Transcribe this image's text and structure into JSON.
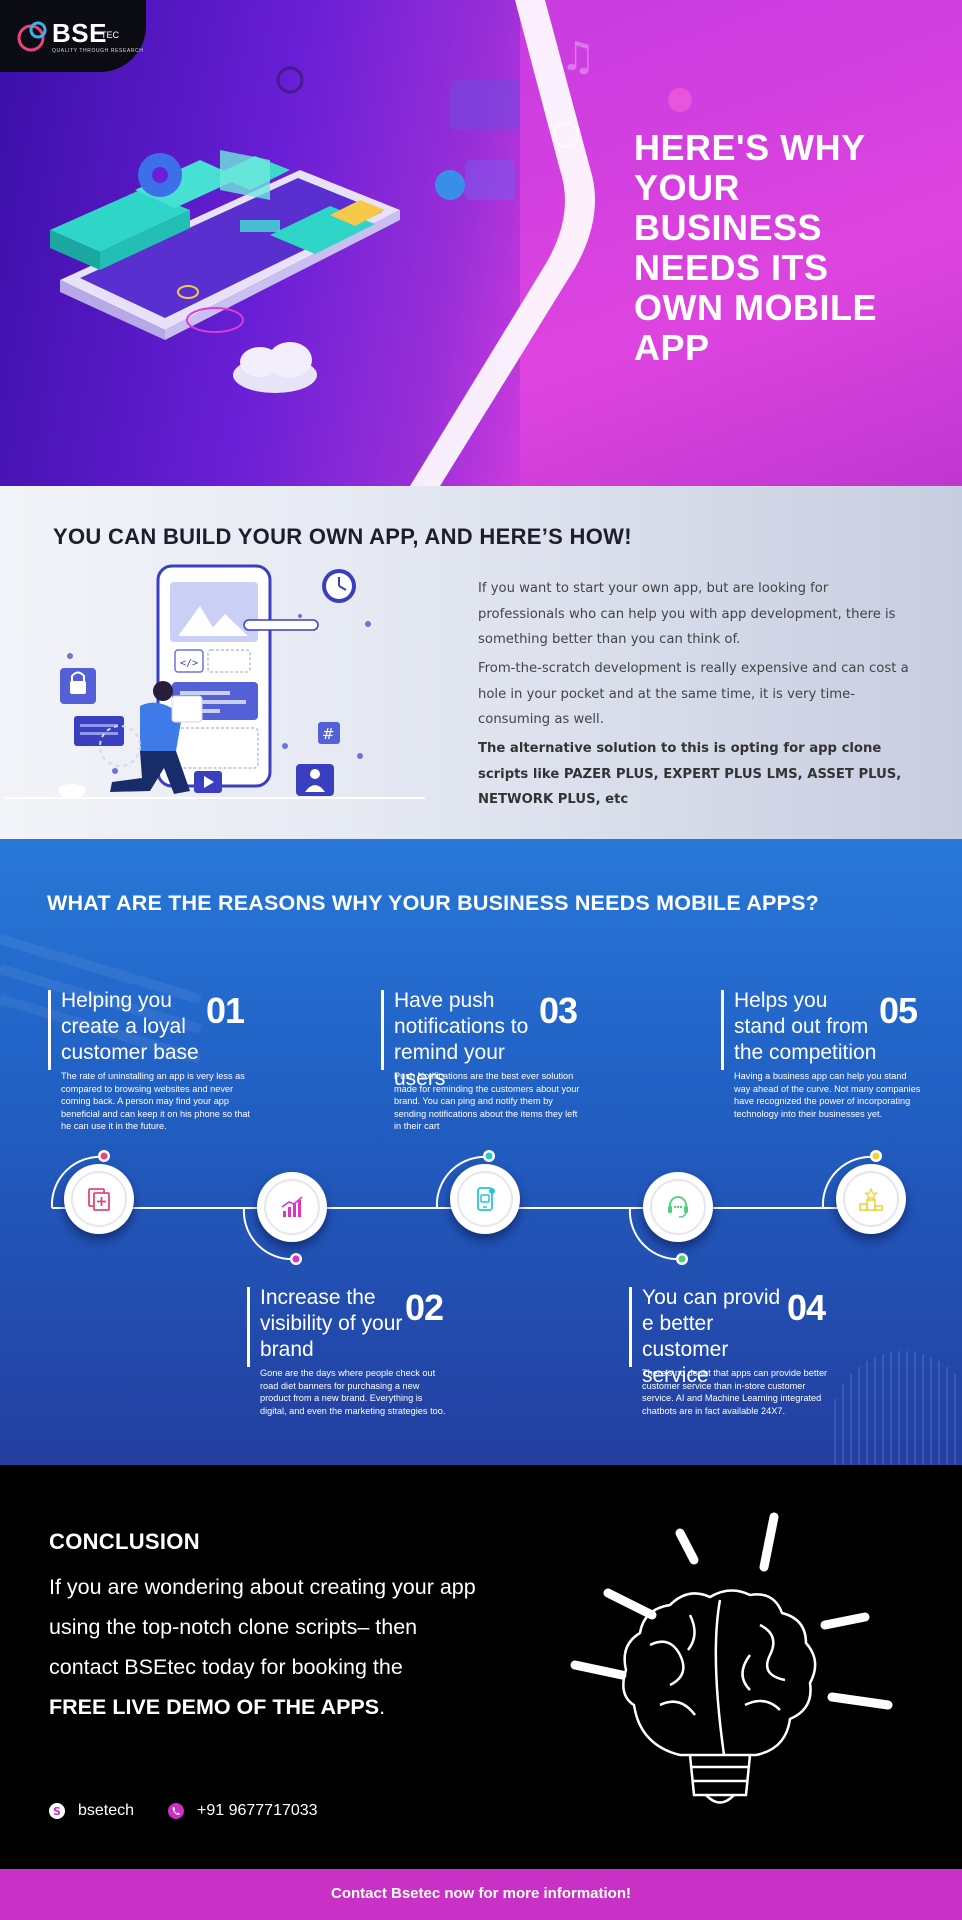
{
  "brand": {
    "name": "BSE",
    "suffix": "TEC",
    "tagline": "QUALITY THROUGH RESEARCH"
  },
  "hero": {
    "title_parts": [
      "HERE'S WHY",
      "YOUR",
      "BUSINESS",
      "NEEDS ITS",
      "OWN",
      "MOBILE",
      "APP"
    ]
  },
  "build": {
    "title": "YOU CAN BUILD YOUR OWN APP, AND HERE’S HOW!",
    "p1": "If you want to start your own app, but are looking for professionals who can help you with app development, there is something better than you can think of.",
    "p2": "From-the-scratch development is really expensive and can cost a hole in your pocket and at the same time, it is very time-consuming as well.",
    "p3": "The alternative solution to this is opting for app clone scripts like PAZER PLUS, EXPERT PLUS LMS, ASSET PLUS, NETWORK PLUS, etc"
  },
  "reasons": {
    "title": "WHAT ARE THE REASONS WHY YOUR BUSINESS NEEDS MOBILE APPS?",
    "items": [
      {
        "num": "01",
        "title": "Helping you create a loyal customer base",
        "desc": "The rate of uninstalling an app is very less as compared to browsing websites and never coming back. A person may find your app beneficial and can keep it on his phone so that he can use it in the future.",
        "icon": "add-document-icon",
        "color": "#e8457a"
      },
      {
        "num": "02",
        "title": "Increase the visibility of your brand",
        "desc": "Gone are the days where people check out road diet banners for purchasing a new product from a new brand. Everything is digital, and even the marketing strategies too.",
        "icon": "growth-chart-icon",
        "color": "#d936c8"
      },
      {
        "num": "03",
        "title": "Have push notifications to remind your users",
        "desc": " Push Notifications are the best ever solution made for reminding the customers about your brand. You can ping and notify them by sending notifications about the items they left in their cart",
        "icon": "mobile-notification-icon",
        "color": "#26c6da"
      },
      {
        "num": "04",
        "title": "You can provid e better customer service",
        "desc": "There's no doubt that apps can provide better customer service than in-store customer service. AI and Machine Learning integrated chatbots are in fact available 24X7.",
        "icon": "support-headset-icon",
        "color": "#4cd07a"
      },
      {
        "num": "05",
        "title": "Helps you stand out from the competition",
        "desc": "Having a business app can help you stand way ahead of the curve. Not many companies have recognized the power of incorporating technology into their businesses yet.",
        "icon": "podium-icon",
        "color": "#f0d23a"
      }
    ]
  },
  "conclusion": {
    "title": "CONCLUSION",
    "body": "If you are wondering about creating your app using the top-notch clone scripts– then contact BSEtec today for booking the",
    "highlight": "FREE LIVE DEMO OF THE APPS",
    "end": ".",
    "skype": "bsetech",
    "phone": "+91 9677717033"
  },
  "footer": {
    "text": "Contact Bsetec now  for more information!"
  },
  "colors": {
    "hero_purple": "#6a1fd6",
    "hero_magenta": "#de44df",
    "reasons_blue": "#2160c4",
    "footer": "#c931c6"
  }
}
